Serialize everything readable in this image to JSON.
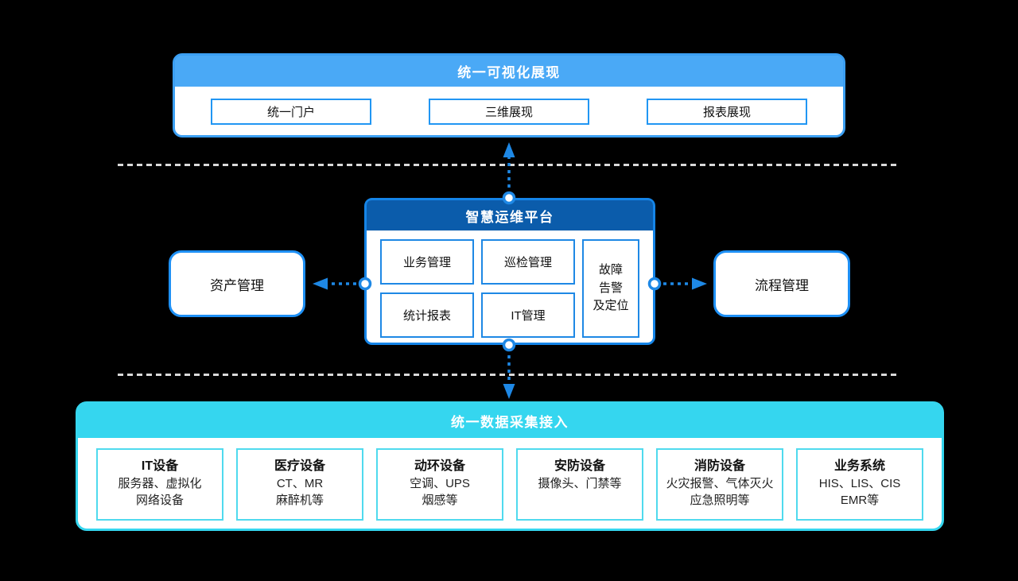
{
  "colors": {
    "background": "#000000",
    "top_header_blue": "#4aa9f6",
    "platform_header_blue": "#0b5cab",
    "accent_blue": "#1e88e5",
    "cyan": "#35d6ef",
    "dashed_separator_gray": "#d9d9d9"
  },
  "top_section": {
    "title": "统一可视化展现",
    "items": [
      {
        "label": "统一门户"
      },
      {
        "label": "三维展现"
      },
      {
        "label": "报表展现"
      }
    ]
  },
  "platform": {
    "title": "智慧运维平台",
    "modules": [
      {
        "label": "业务管理"
      },
      {
        "label": "巡检管理"
      },
      {
        "label": "统计报表"
      },
      {
        "label": "IT管理"
      }
    ],
    "fault_module": {
      "lines": [
        "故障",
        "告警",
        "及定位"
      ]
    }
  },
  "left_box": {
    "label": "资产管理"
  },
  "right_box": {
    "label": "流程管理"
  },
  "bottom_section": {
    "title": "统一数据采集接入",
    "items": [
      {
        "title": "IT设备",
        "line1": "服务器、虚拟化",
        "line2": "网络设备"
      },
      {
        "title": "医疗设备",
        "line1": "CT、MR",
        "line2": "麻醉机等"
      },
      {
        "title": "动环设备",
        "line1": "空调、UPS",
        "line2": "烟感等"
      },
      {
        "title": "安防设备",
        "line1": "摄像头、门禁等",
        "line2": ""
      },
      {
        "title": "消防设备",
        "line1": "火灾报警、气体灭火",
        "line2": "应急照明等"
      },
      {
        "title": "业务系统",
        "line1": "HIS、LIS、CIS",
        "line2": "EMR等"
      }
    ]
  }
}
